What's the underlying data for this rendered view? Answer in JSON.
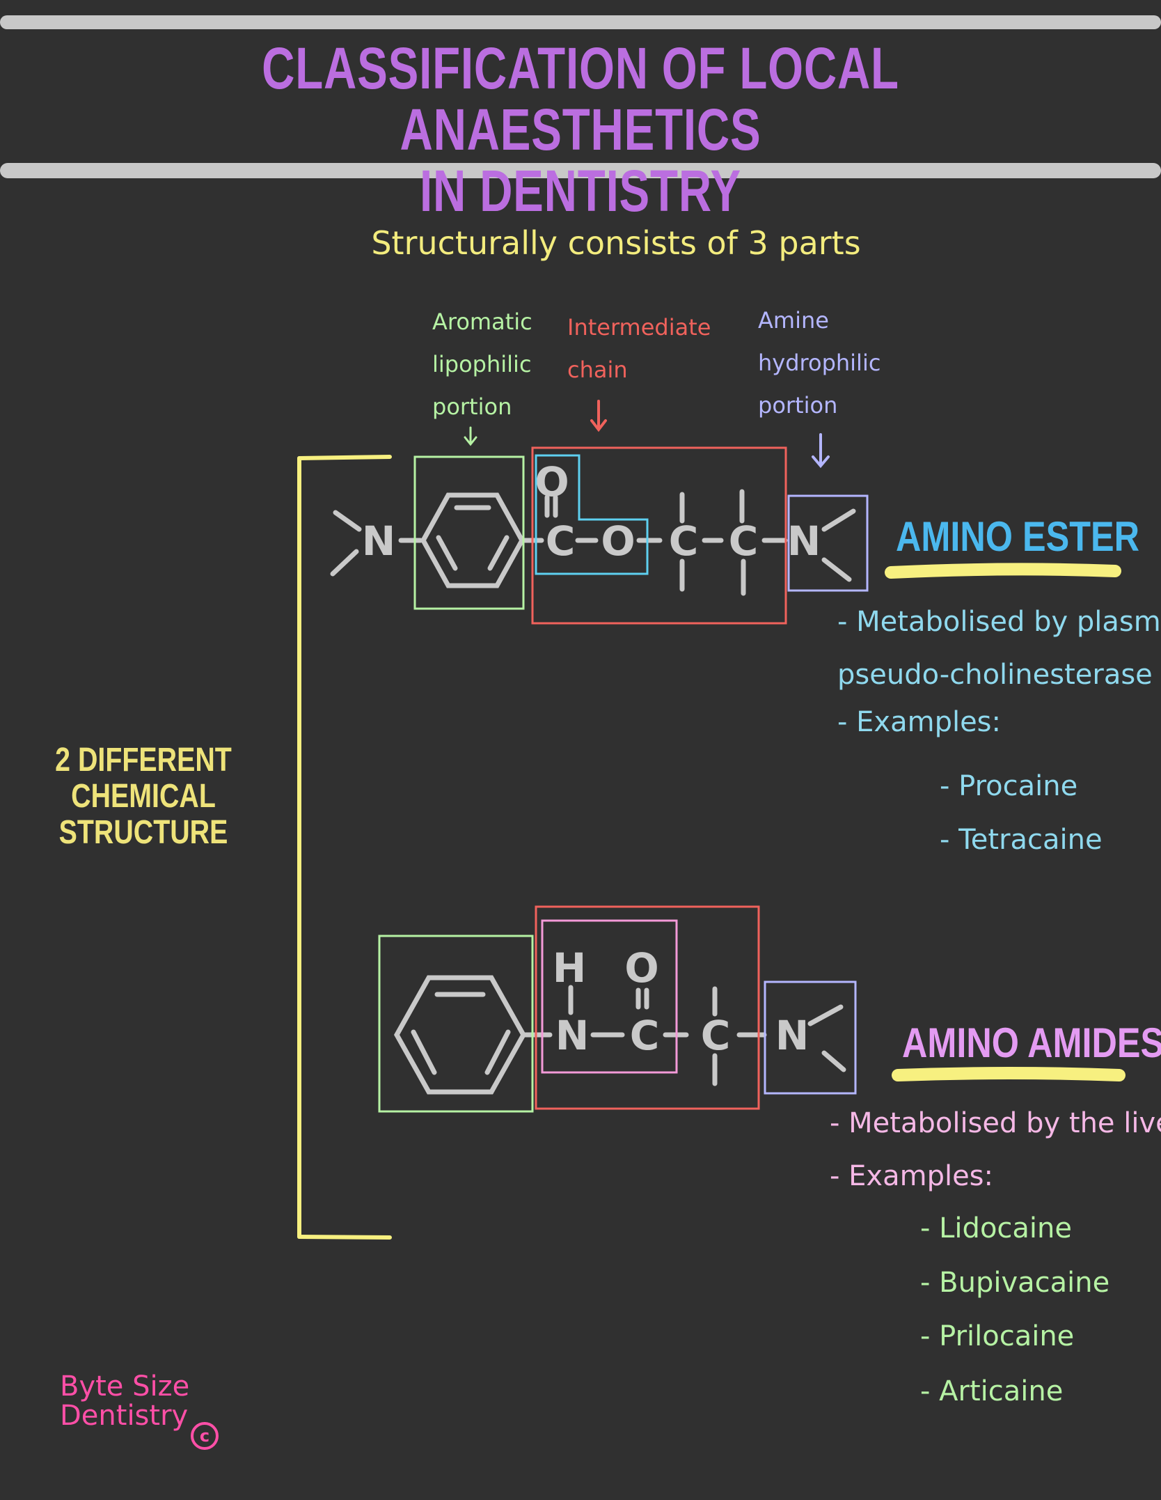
{
  "title": {
    "line1": "CLASSIFICATION OF LOCAL ANAESTHETICS",
    "line2": "IN DENTISTRY"
  },
  "subtitle": "Structurally consists of 3 parts",
  "parts": {
    "aromatic": {
      "lines": [
        "Aromatic",
        "lipophilic",
        "portion"
      ],
      "color": "#b6f2a4"
    },
    "intermediate": {
      "lines": [
        "Intermediate",
        "chain"
      ],
      "color": "#f0625c"
    },
    "amine": {
      "lines": [
        "Amine",
        "hydrophilic",
        "portion"
      ],
      "color": "#b4b6ff"
    }
  },
  "bracket_label": {
    "line1": "2 DIFFERENT",
    "line2": "CHEMICAL STRUCTURE",
    "color": "#eee37a"
  },
  "ester": {
    "title": "AMINO ESTER",
    "title_color": "#4bb8ee",
    "desc1": "- Metabolised by plasma",
    "desc2": "pseudo-cholinesterase",
    "examples_label": "- Examples:",
    "examples": [
      "- Procaine",
      "- Tetracaine"
    ],
    "text_color": "#8fd9ee"
  },
  "amide": {
    "title": "AMINO AMIDES",
    "title_color": "#e49bf2",
    "desc1": "- Metabolised by the liver",
    "examples_label": "- Examples:",
    "examples": [
      "- Lidocaine",
      "- Bupivacaine",
      "- Prilocaine",
      "- Articaine"
    ],
    "text_color": "#f5b8e6",
    "examples_color": "#b6f2a4"
  },
  "atoms": {
    "n": "N",
    "c": "C",
    "o": "O",
    "h": "H"
  },
  "brand": {
    "line1": "Byte Size",
    "line2": "Dentistry",
    "copyright": "c"
  },
  "colors": {
    "background": "#303030",
    "structure": "#c9c9c9",
    "bracket": "#f7f080",
    "highlight": "#f7f080",
    "carbonyl_box": "#5ed0f0",
    "amide_box": "#f39ad8",
    "divider": "#c8c8c8"
  }
}
